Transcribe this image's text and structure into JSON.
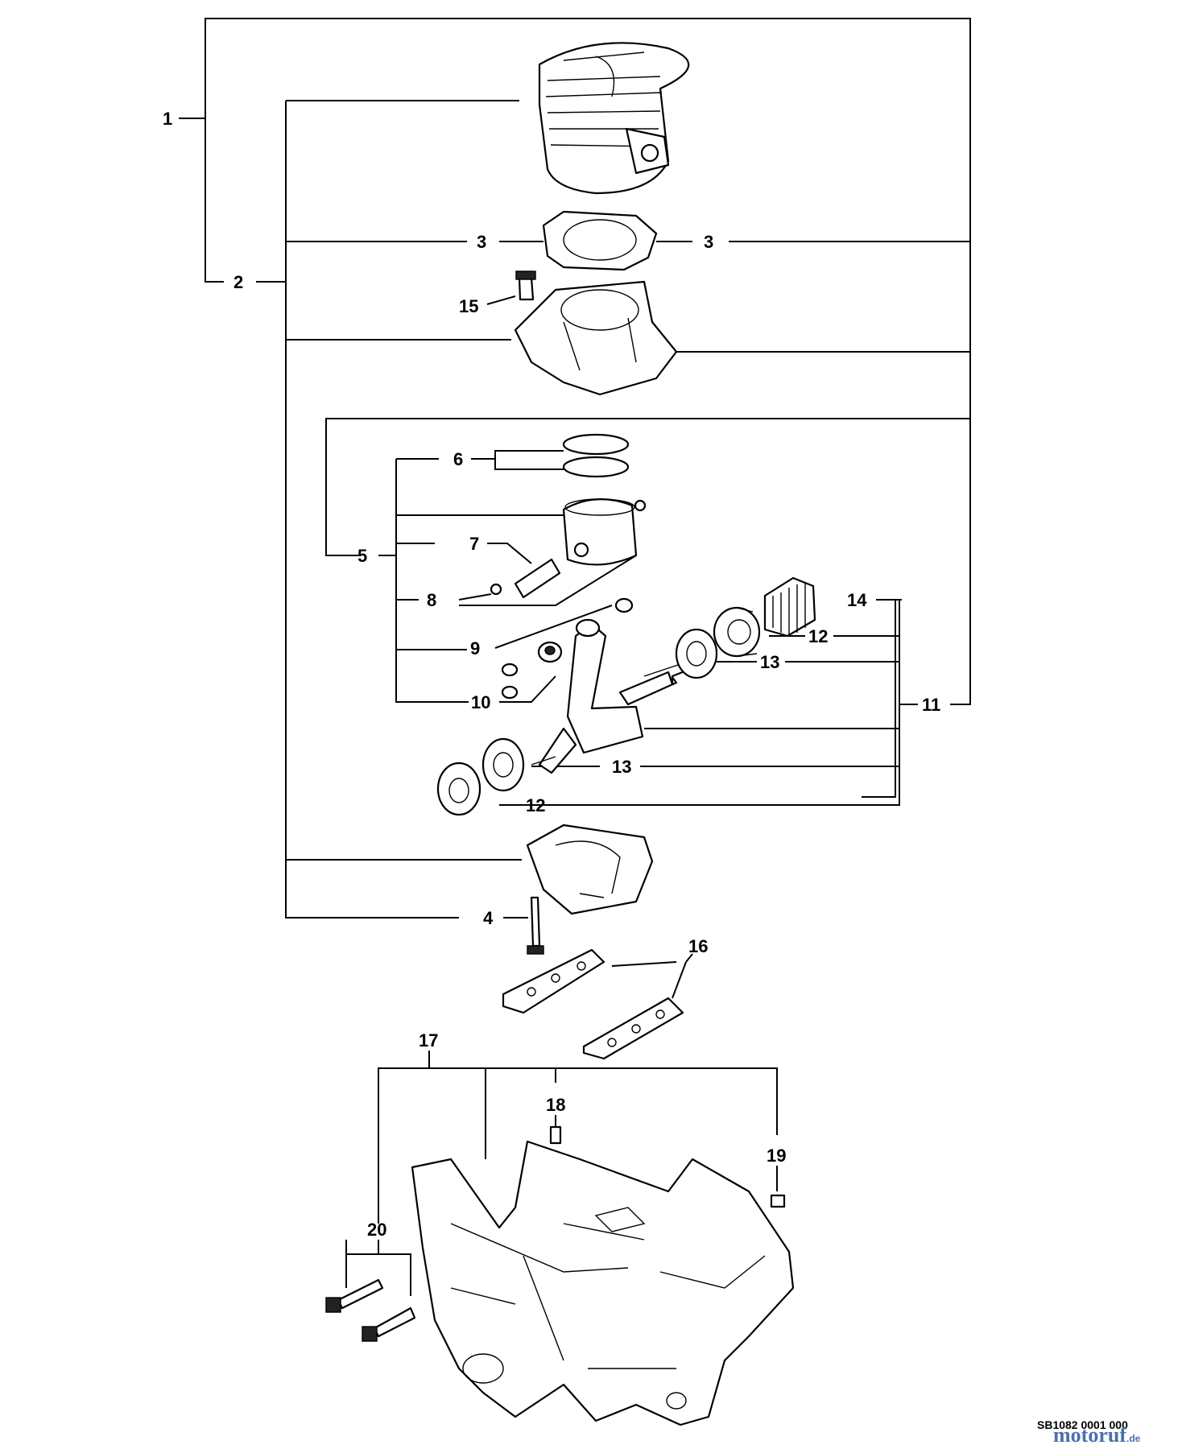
{
  "labels": {
    "l1": "1",
    "l2": "2",
    "l3a": "3",
    "l3b": "3",
    "l4": "4",
    "l5": "5",
    "l6": "6",
    "l7": "7",
    "l8": "8",
    "l9": "9",
    "l10": "10",
    "l11": "11",
    "l12a": "12",
    "l12b": "12",
    "l13a": "13",
    "l13b": "13",
    "l14": "14",
    "l15": "15",
    "l16": "16",
    "l17": "17",
    "l18": "18",
    "l19": "19",
    "l20": "20"
  },
  "footer": {
    "reference_code": "SB1082 0001 000",
    "watermark": "motoruf",
    "watermark_suffix": ".de"
  }
}
